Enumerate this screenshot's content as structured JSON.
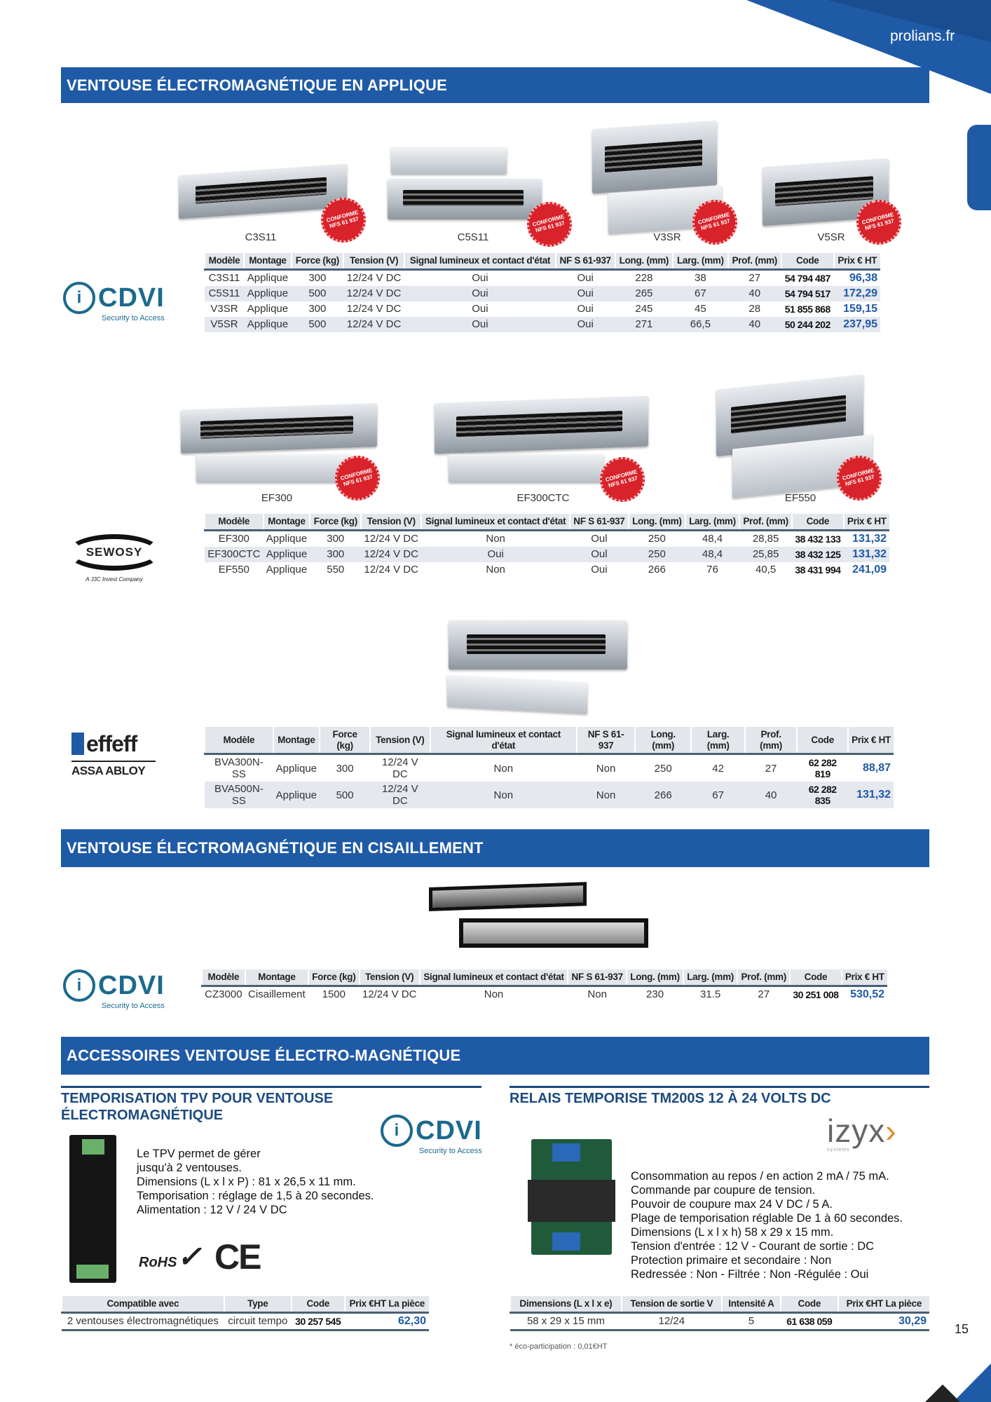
{
  "site": "prolians.fr",
  "page_number": "15",
  "colors": {
    "brand": "#1f5aa6",
    "price": "#1f5aa6",
    "badge": "#d8232a"
  },
  "badge": {
    "line1": "CONFORME",
    "line2": "NFS 61 937"
  },
  "sections": [
    {
      "title": "VENTOUSE ÉLECTROMAGNÉTIQUE EN APPLIQUE"
    },
    {
      "title": "VENTOUSE ÉLECTROMAGNÉTIQUE EN CISAILLEMENT"
    },
    {
      "title": "ACCESSOIRES VENTOUSE ÉLECTRO-MAGNÉTIQUE"
    }
  ],
  "headers": [
    "Modèle",
    "Montage",
    "Force (kg)",
    "Tension (V)",
    "Signal lumineux et contact d'état",
    "NF S 61-937",
    "Long. (mm)",
    "Larg. (mm)",
    "Prof. (mm)",
    "Code",
    "Prix € HT"
  ],
  "brands": {
    "cdvi": {
      "name": "CDVI",
      "tagline": "Security to Access"
    },
    "sewosy": {
      "name": "SEWOSY",
      "tagline": "A J3C Invest Company"
    },
    "effeff": {
      "name": "effeff",
      "parent": "ASSA ABLOY"
    },
    "izyx": {
      "name": "izyx",
      "tagline": "systems"
    }
  },
  "cdvi_products": {
    "labels": [
      "C3S11",
      "C5S11",
      "V3SR",
      "V5SR"
    ],
    "rows": [
      [
        "C3S11",
        "Applique",
        "300",
        "12/24 V DC",
        "Oui",
        "Oui",
        "228",
        "38",
        "27",
        "54 794 487",
        "96,38"
      ],
      [
        "C5S11",
        "Applique",
        "500",
        "12/24 V DC",
        "Oui",
        "Oui",
        "265",
        "67",
        "40",
        "54 794 517",
        "172,29"
      ],
      [
        "V3SR",
        "Applique",
        "300",
        "12/24 V DC",
        "Oui",
        "Oui",
        "245",
        "45",
        "28",
        "51 855 868",
        "159,15"
      ],
      [
        "V5SR",
        "Applique",
        "500",
        "12/24 V DC",
        "Oui",
        "Oui",
        "271",
        "66,5",
        "40",
        "50 244 202",
        "237,95"
      ]
    ]
  },
  "sewosy_products": {
    "labels": [
      "EF300",
      "EF300CTC",
      "EF550"
    ],
    "rows": [
      [
        "EF300",
        "Applique",
        "300",
        "12/24 V DC",
        "Non",
        "Oul",
        "250",
        "48,4",
        "28,85",
        "38 432 133",
        "131,32"
      ],
      [
        "EF300CTC",
        "Applique",
        "300",
        "12/24 V DC",
        "Oui",
        "Oul",
        "250",
        "48,4",
        "25,85",
        "38 432 125",
        "131,32"
      ],
      [
        "EF550",
        "Applique",
        "550",
        "12/24 V DC",
        "Non",
        "Oui",
        "266",
        "76",
        "40,5",
        "38 431 994",
        "241,09"
      ]
    ]
  },
  "effeff_products": {
    "rows": [
      [
        "BVA300N-SS",
        "Applique",
        "300",
        "12/24 V DC",
        "Non",
        "Non",
        "250",
        "42",
        "27",
        "62 282 819",
        "88,87"
      ],
      [
        "BVA500N-SS",
        "Applique",
        "500",
        "12/24 V DC",
        "Non",
        "Non",
        "266",
        "67",
        "40",
        "62 282 835",
        "131,32"
      ]
    ]
  },
  "cisaillement_products": {
    "rows": [
      [
        "CZ3000",
        "Cisaillement",
        "1500",
        "12/24 V DC",
        "Non",
        "Non",
        "230",
        "31.5",
        "27",
        "30 251 008",
        "530,52"
      ]
    ]
  },
  "tpv": {
    "title": "TEMPORISATION TPV POUR VENTOUSE ÉLECTROMAGNÉTIQUE",
    "description": [
      "Le TPV permet de gérer",
      "jusqu'à 2 ventouses.",
      "Dimensions (L x l x P) : 81 x 26,5 x 11 mm.",
      "Temporisation : réglage de 1,5 à 20 secondes.",
      "Alimentation : 12 V / 24 V DC"
    ],
    "certifications": [
      "RoHS",
      "CE"
    ],
    "headers": [
      "Compatible avec",
      "Type",
      "Code",
      "Prix €HT La pièce"
    ],
    "row": [
      "2 ventouses électromagnétiques",
      "circuit tempo",
      "30 257 545",
      "62,30"
    ]
  },
  "relais": {
    "title": "RELAIS TEMPORISE TM200S 12 À 24 VOLTS DC",
    "description": [
      "Consommation au repos / en action 2 mA / 75 mA.",
      "Commande par coupure de tension.",
      "Pouvoir de coupure max 24 V DC / 5 A.",
      "Plage de temporisation réglable De 1 à 60 secondes.",
      "Dimensions (L x l x h) 58 x 29 x 15 mm.",
      "Tension d'entrée : 12 V - Courant de sortie : DC",
      "Protection primaire et secondaire : Non",
      "Redressée : Non - Filtrée : Non -Régulée : Oui"
    ],
    "headers": [
      "Dimensions (L x l x e)",
      "Tension de sortie V",
      "Intensité A",
      "Code",
      "Prix €HT La pièce"
    ],
    "row": [
      "58 x 29 x 15 mm",
      "12/24",
      "5",
      "61 638 059",
      "30,29"
    ],
    "note": "* éco-participation : 0,01€HT"
  }
}
